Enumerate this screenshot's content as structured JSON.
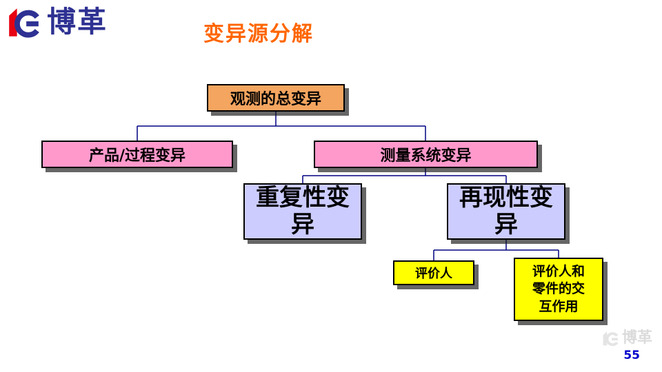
{
  "header": {
    "logo_text": "博革",
    "title": "变异源分解"
  },
  "diagram": {
    "total": {
      "label": "观测的总变异",
      "fill": "#F4A55F"
    },
    "product": {
      "label": "产品/过程变异",
      "fill": "#FF99CC"
    },
    "measurement": {
      "label": "测量系统变异",
      "fill": "#FF99CC"
    },
    "repeatability": {
      "label": "重复性变异",
      "fill": "#CCCCFF"
    },
    "reproducibility": {
      "label": "再现性变异",
      "fill": "#CCCCFF"
    },
    "appraiser": {
      "label": "评价人",
      "fill": "#FFFF00"
    },
    "interaction": {
      "label": "评价人和零件的交互作用",
      "fill": "#FFFF00"
    }
  },
  "footer": {
    "page_number": "55",
    "watermark_text": "博革"
  },
  "colors": {
    "title": "#FF6600",
    "logo_blue": "#2E3192",
    "logo_red": "#E60012",
    "connector": "#000080",
    "page_number": "#0000CC"
  }
}
